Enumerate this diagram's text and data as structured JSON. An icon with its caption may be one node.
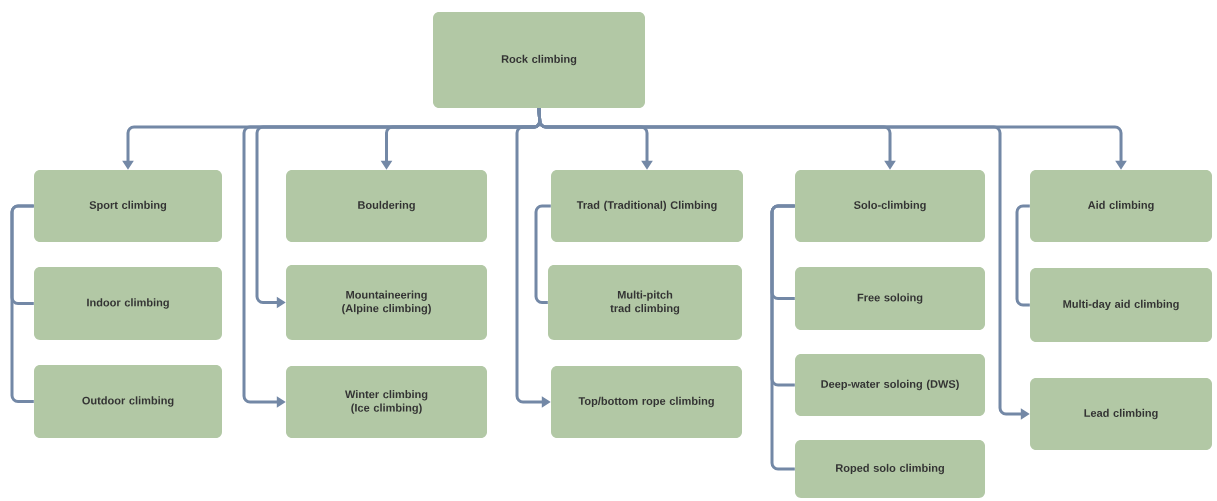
{
  "diagram": {
    "nodes": [
      {
        "text": [
          "Rock climbing"
        ]
      },
      {
        "text": [
          "Sport climbing"
        ]
      },
      {
        "text": [
          "Bouldering"
        ]
      },
      {
        "text": [
          "Trad (Traditional) Climbing"
        ]
      },
      {
        "text": [
          "Solo-climbing"
        ]
      },
      {
        "text": [
          "Aid climbing"
        ]
      },
      {
        "text": [
          "Indoor climbing"
        ]
      },
      {
        "text": [
          "Mountaineering (Alpine climbing)"
        ]
      },
      {
        "text": [
          "Multi-pitch trad climbing"
        ]
      },
      {
        "text": [
          "Free soloing"
        ]
      },
      {
        "text": [
          "Multi-day aid climbing"
        ]
      },
      {
        "text": [
          "Outdoor climbing"
        ]
      },
      {
        "text": [
          "Winter climbing (Ice climbing)"
        ]
      },
      {
        "text": [
          "Deep-water soloing (DWS)"
        ]
      },
      {
        "text": [
          "Top/bottom rope climbing"
        ]
      },
      {
        "text": [
          "Lead climbing"
        ]
      },
      {
        "text": [
          "Roped solo climbing"
        ]
      }
    ],
    "edges": [
      {
        "from": 0,
        "to": 1,
        "arrow": "to"
      },
      {
        "from": 0,
        "to": 2,
        "arrow": "to"
      },
      {
        "from": 0,
        "to": 3,
        "arrow": "to"
      },
      {
        "from": 0,
        "to": 4,
        "arrow": "to"
      },
      {
        "from": 0,
        "to": 5,
        "arrow": "to"
      },
      {
        "from": 0,
        "to": 7,
        "arrow": "to"
      },
      {
        "from": 0,
        "to": 12,
        "arrow": "to"
      },
      {
        "from": 0,
        "to": 14,
        "arrow": "to"
      },
      {
        "from": 0,
        "to": 15,
        "arrow": "to"
      },
      {
        "from": 1,
        "to": 6,
        "arrow": "none"
      },
      {
        "from": 1,
        "to": 11,
        "arrow": "none"
      },
      {
        "from": 3,
        "to": 8,
        "arrow": "none"
      },
      {
        "from": 4,
        "to": 9,
        "arrow": "none"
      },
      {
        "from": 4,
        "to": 13,
        "arrow": "none"
      },
      {
        "from": 4,
        "to": 16,
        "arrow": "none"
      },
      {
        "from": 5,
        "to": 10,
        "arrow": "none"
      }
    ]
  }
}
